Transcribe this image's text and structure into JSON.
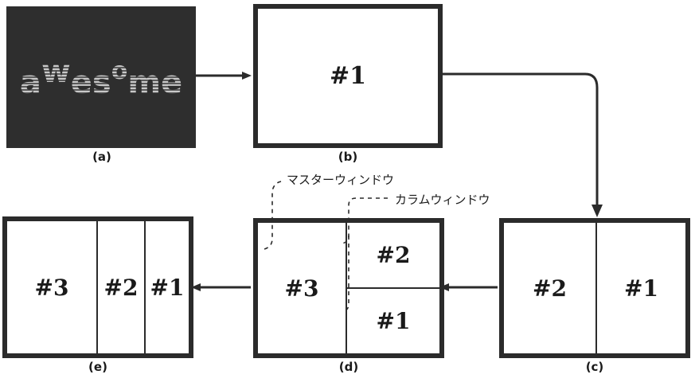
{
  "figure": {
    "title": "awesome window manager layout progression",
    "background": "#ffffff",
    "stroke": "#2b2b2b",
    "panel_dark_bg": "#2e2e2e",
    "logo_stripe_light": "#c8c8c8",
    "logo_stripe_dark": "#5a5a5a"
  },
  "logo": {
    "part1": "a",
    "part2": "w",
    "part3": "es",
    "part4": "o",
    "part5": "me",
    "full_text": "awesome"
  },
  "panels": [
    {
      "id": "a",
      "caption": "(a)",
      "kind": "logo-tile",
      "panes": []
    },
    {
      "id": "b",
      "caption": "(b)",
      "kind": "window",
      "panes": [
        {
          "label": "#1",
          "name": "pane-1"
        }
      ]
    },
    {
      "id": "c",
      "caption": "(c)",
      "kind": "window",
      "panes": [
        {
          "label": "#2",
          "name": "pane-2"
        },
        {
          "label": "#1",
          "name": "pane-1"
        }
      ]
    },
    {
      "id": "d",
      "caption": "(d)",
      "kind": "window",
      "panes": [
        {
          "label": "#3",
          "name": "pane-3"
        },
        {
          "label": "#2",
          "name": "pane-2"
        },
        {
          "label": "#1",
          "name": "pane-1"
        }
      ]
    },
    {
      "id": "e",
      "caption": "(e)",
      "kind": "window",
      "panes": [
        {
          "label": "#3",
          "name": "pane-3"
        },
        {
          "label": "#2",
          "name": "pane-2"
        },
        {
          "label": "#1",
          "name": "pane-1"
        }
      ]
    }
  ],
  "annotations": [
    {
      "name": "master-window-label",
      "text": "マスターウィンドウ",
      "romaji_meaning": "master window"
    },
    {
      "name": "column-window-label",
      "text": "カラムウィンドウ",
      "romaji_meaning": "column window"
    }
  ],
  "captions": {
    "a": "(a)",
    "b": "(b)",
    "c": "(c)",
    "d": "(d)",
    "e": "(e)"
  },
  "panel_b": {
    "pane1": "#1"
  },
  "panel_c": {
    "pane2": "#2",
    "pane1": "#1"
  },
  "panel_d": {
    "pane3": "#3",
    "pane2": "#2",
    "pane1": "#1"
  },
  "panel_e": {
    "pane3": "#3",
    "pane2": "#2",
    "pane1": "#1"
  }
}
